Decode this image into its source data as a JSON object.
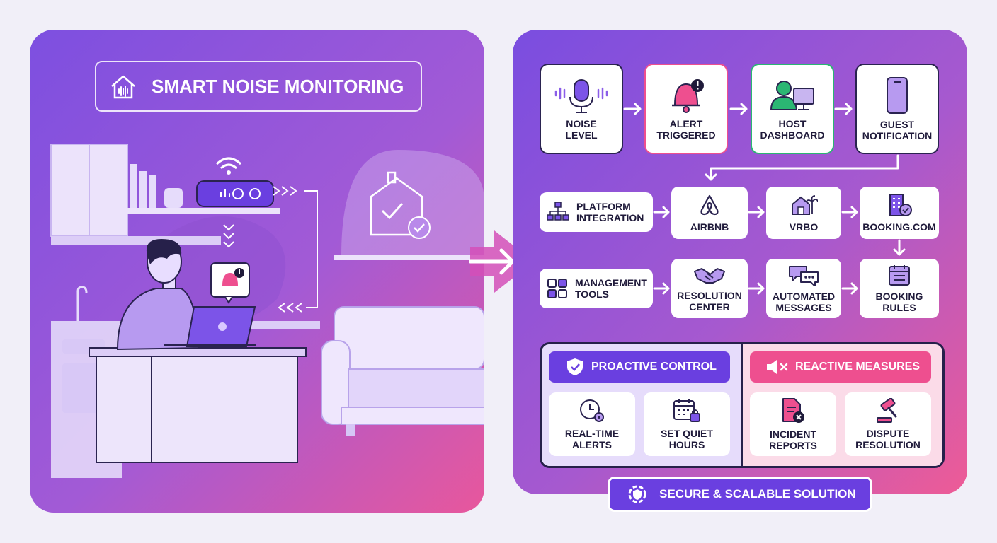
{
  "left_panel": {
    "title": "SMART NOISE MONITORING"
  },
  "flow": {
    "row1": [
      {
        "label": "NOISE\nLEVEL",
        "icon": "microphone-icon"
      },
      {
        "label": "ALERT\nTRIGGERED",
        "icon": "alert-bell-icon"
      },
      {
        "label": "HOST\nDASHBOARD",
        "icon": "host-computer-icon"
      },
      {
        "label": "GUEST\nNOTIFICATION",
        "icon": "smartphone-icon"
      }
    ],
    "row2": [
      {
        "label": "PLATFORM\nINTEGRATION",
        "icon": "hierarchy-icon"
      },
      {
        "label": "AIRBNB",
        "icon": "airbnb-logo-icon"
      },
      {
        "label": "VRBO",
        "icon": "vrbo-house-icon"
      },
      {
        "label": "BOOKING.COM",
        "icon": "building-check-icon"
      }
    ],
    "row3": [
      {
        "label": "MANAGEMENT\nTOOLS",
        "icon": "grid-icon"
      },
      {
        "label": "RESOLUTION\nCENTER",
        "icon": "handshake-icon"
      },
      {
        "label": "AUTOMATED\nMESSAGES",
        "icon": "chat-bubbles-icon"
      },
      {
        "label": "BOOKING\nRULES",
        "icon": "calendar-list-icon"
      }
    ]
  },
  "proactive": {
    "header": "PROACTIVE CONTROL",
    "items": [
      {
        "label": "REAL-TIME\nALERTS",
        "icon": "clock-gear-icon"
      },
      {
        "label": "SET QUIET\nHOURS",
        "icon": "calendar-lock-icon"
      }
    ]
  },
  "reactive": {
    "header": "REACTIVE MEASURES",
    "items": [
      {
        "label": "INCIDENT\nREPORTS",
        "icon": "document-x-icon"
      },
      {
        "label": "DISPUTE\nRESOLUTION",
        "icon": "gavel-icon"
      }
    ]
  },
  "footer": {
    "label": "SECURE & SCALABLE SOLUTION"
  },
  "colors": {
    "purple": "#6a3fe0",
    "pink": "#ee4f8f",
    "green": "#2bb673",
    "navy": "#26204a"
  }
}
